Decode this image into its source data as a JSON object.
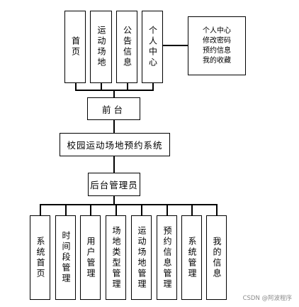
{
  "frontend_modules": [
    "首页",
    "运动场地",
    "公告信息",
    "个人中心"
  ],
  "personal_center_detail": "个人中心\n修改密码\n预约信息\n我的收藏",
  "frontend_label": "前台",
  "system_title": "校园运动场地预约系统",
  "admin_label": "后台管理员",
  "admin_modules": [
    "系统首页",
    "时间段管理",
    "用户管理",
    "场地类型管理",
    "运动场地管理",
    "预约信息管理",
    "系统管理",
    "我的信息"
  ],
  "watermark": "CSDN @阿波程序"
}
